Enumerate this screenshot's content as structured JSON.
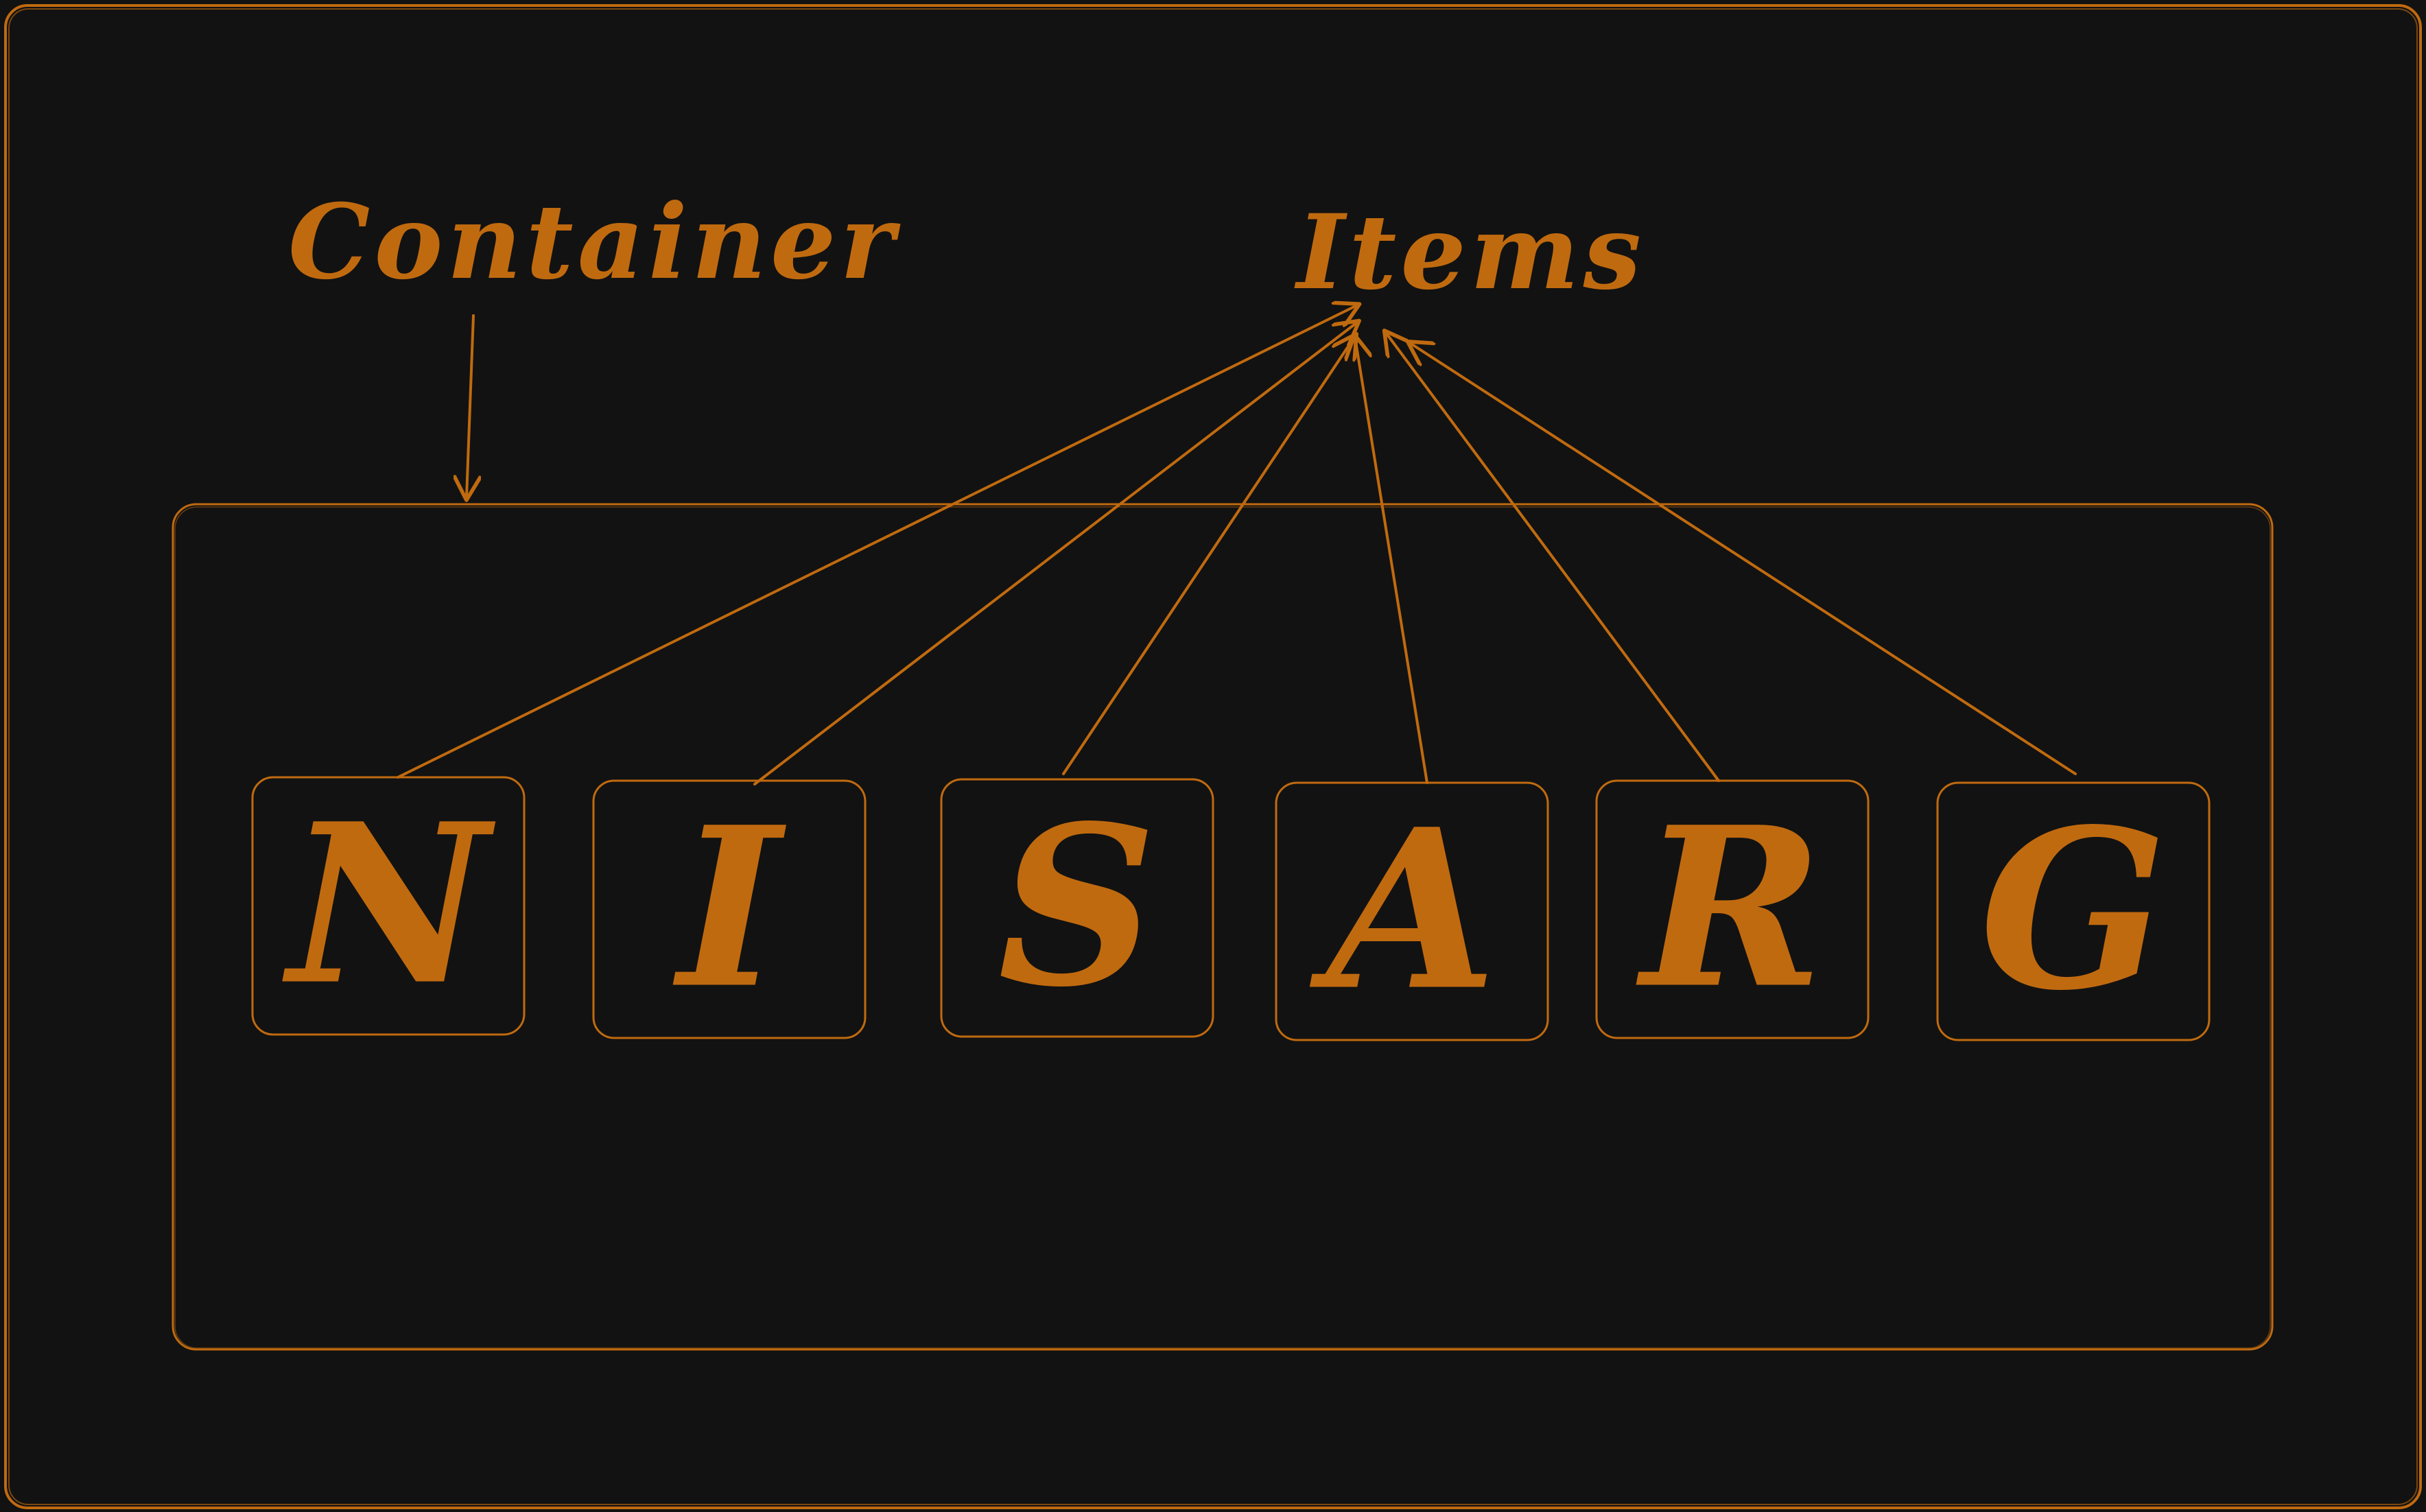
{
  "colors": {
    "background": "#121212",
    "accent": "#c06a0f"
  },
  "labels": {
    "container": "Container",
    "items": "Items"
  },
  "items": [
    {
      "letter": "N"
    },
    {
      "letter": "I"
    },
    {
      "letter": "S"
    },
    {
      "letter": "A"
    },
    {
      "letter": "R"
    },
    {
      "letter": "G"
    }
  ]
}
